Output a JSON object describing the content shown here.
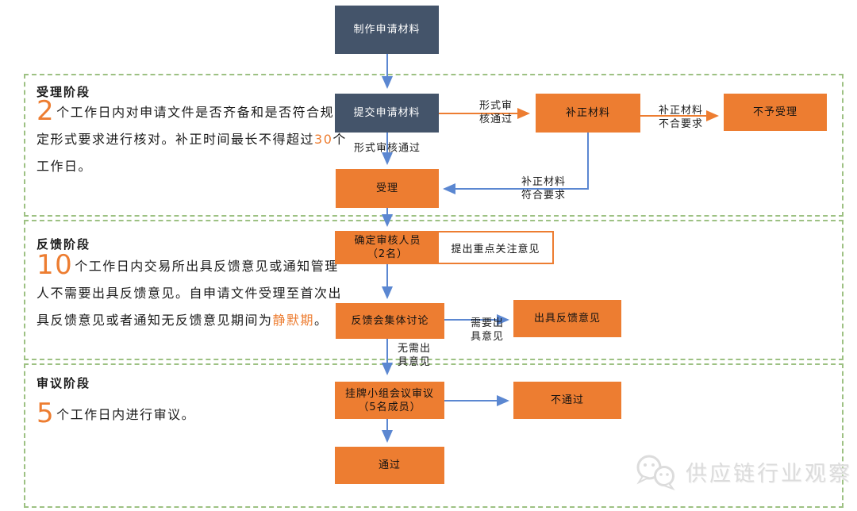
{
  "colors": {
    "accent_orange": "#ED7D31",
    "dark_slate": "#44546A",
    "stage_border_green": "#9DC183",
    "arrow_blue": "#5B87D1",
    "watermark_gray": "#dcdcdc"
  },
  "nodes": {
    "make": "制作申请材料",
    "submit": "提交申请材料",
    "supplement": "补正材料",
    "reject": "不予受理",
    "accept": "受理",
    "reviewers": "确定审核人员\n（2名）",
    "key_opinion": "提出重点关注意见",
    "discuss": "反馈会集体讨论",
    "issue_feedback": "出具反馈意见",
    "listing_review": "挂牌小组会议审议\n（5名成员）",
    "fail": "不通过",
    "pass": "通过"
  },
  "edge_labels": {
    "form_review_pass_right": "形式审\n核通过",
    "form_review_pass_down": "形式审核通过",
    "supplement_bad": "补正材料\n不合要求",
    "supplement_ok": "补正材料\n符合要求",
    "need_opinion": "需要出\n具意见",
    "no_need_opinion": "无需出\n具意见"
  },
  "stages": [
    {
      "title": "受理阶段",
      "number": "2",
      "text": "个工作日内对申请文件是否齐备和是否符合规定形式要求进行核对。补正时间最长不得超过",
      "highlight": "30",
      "text_end": "个工作日。"
    },
    {
      "title": "反馈阶段",
      "number": "10",
      "text": "个工作日内交易所出具反馈意见或通知管理人不需要出具反馈意见。自申请文件受理至首次出具反馈意见或者通知无反馈意见期间为",
      "highlight": "静默期",
      "text_end": "。"
    },
    {
      "title": "审议阶段",
      "number": "5",
      "text": "个工作日内进行审议。",
      "highlight": "",
      "text_end": ""
    }
  ],
  "watermark": {
    "text": "供应链行业观察"
  }
}
